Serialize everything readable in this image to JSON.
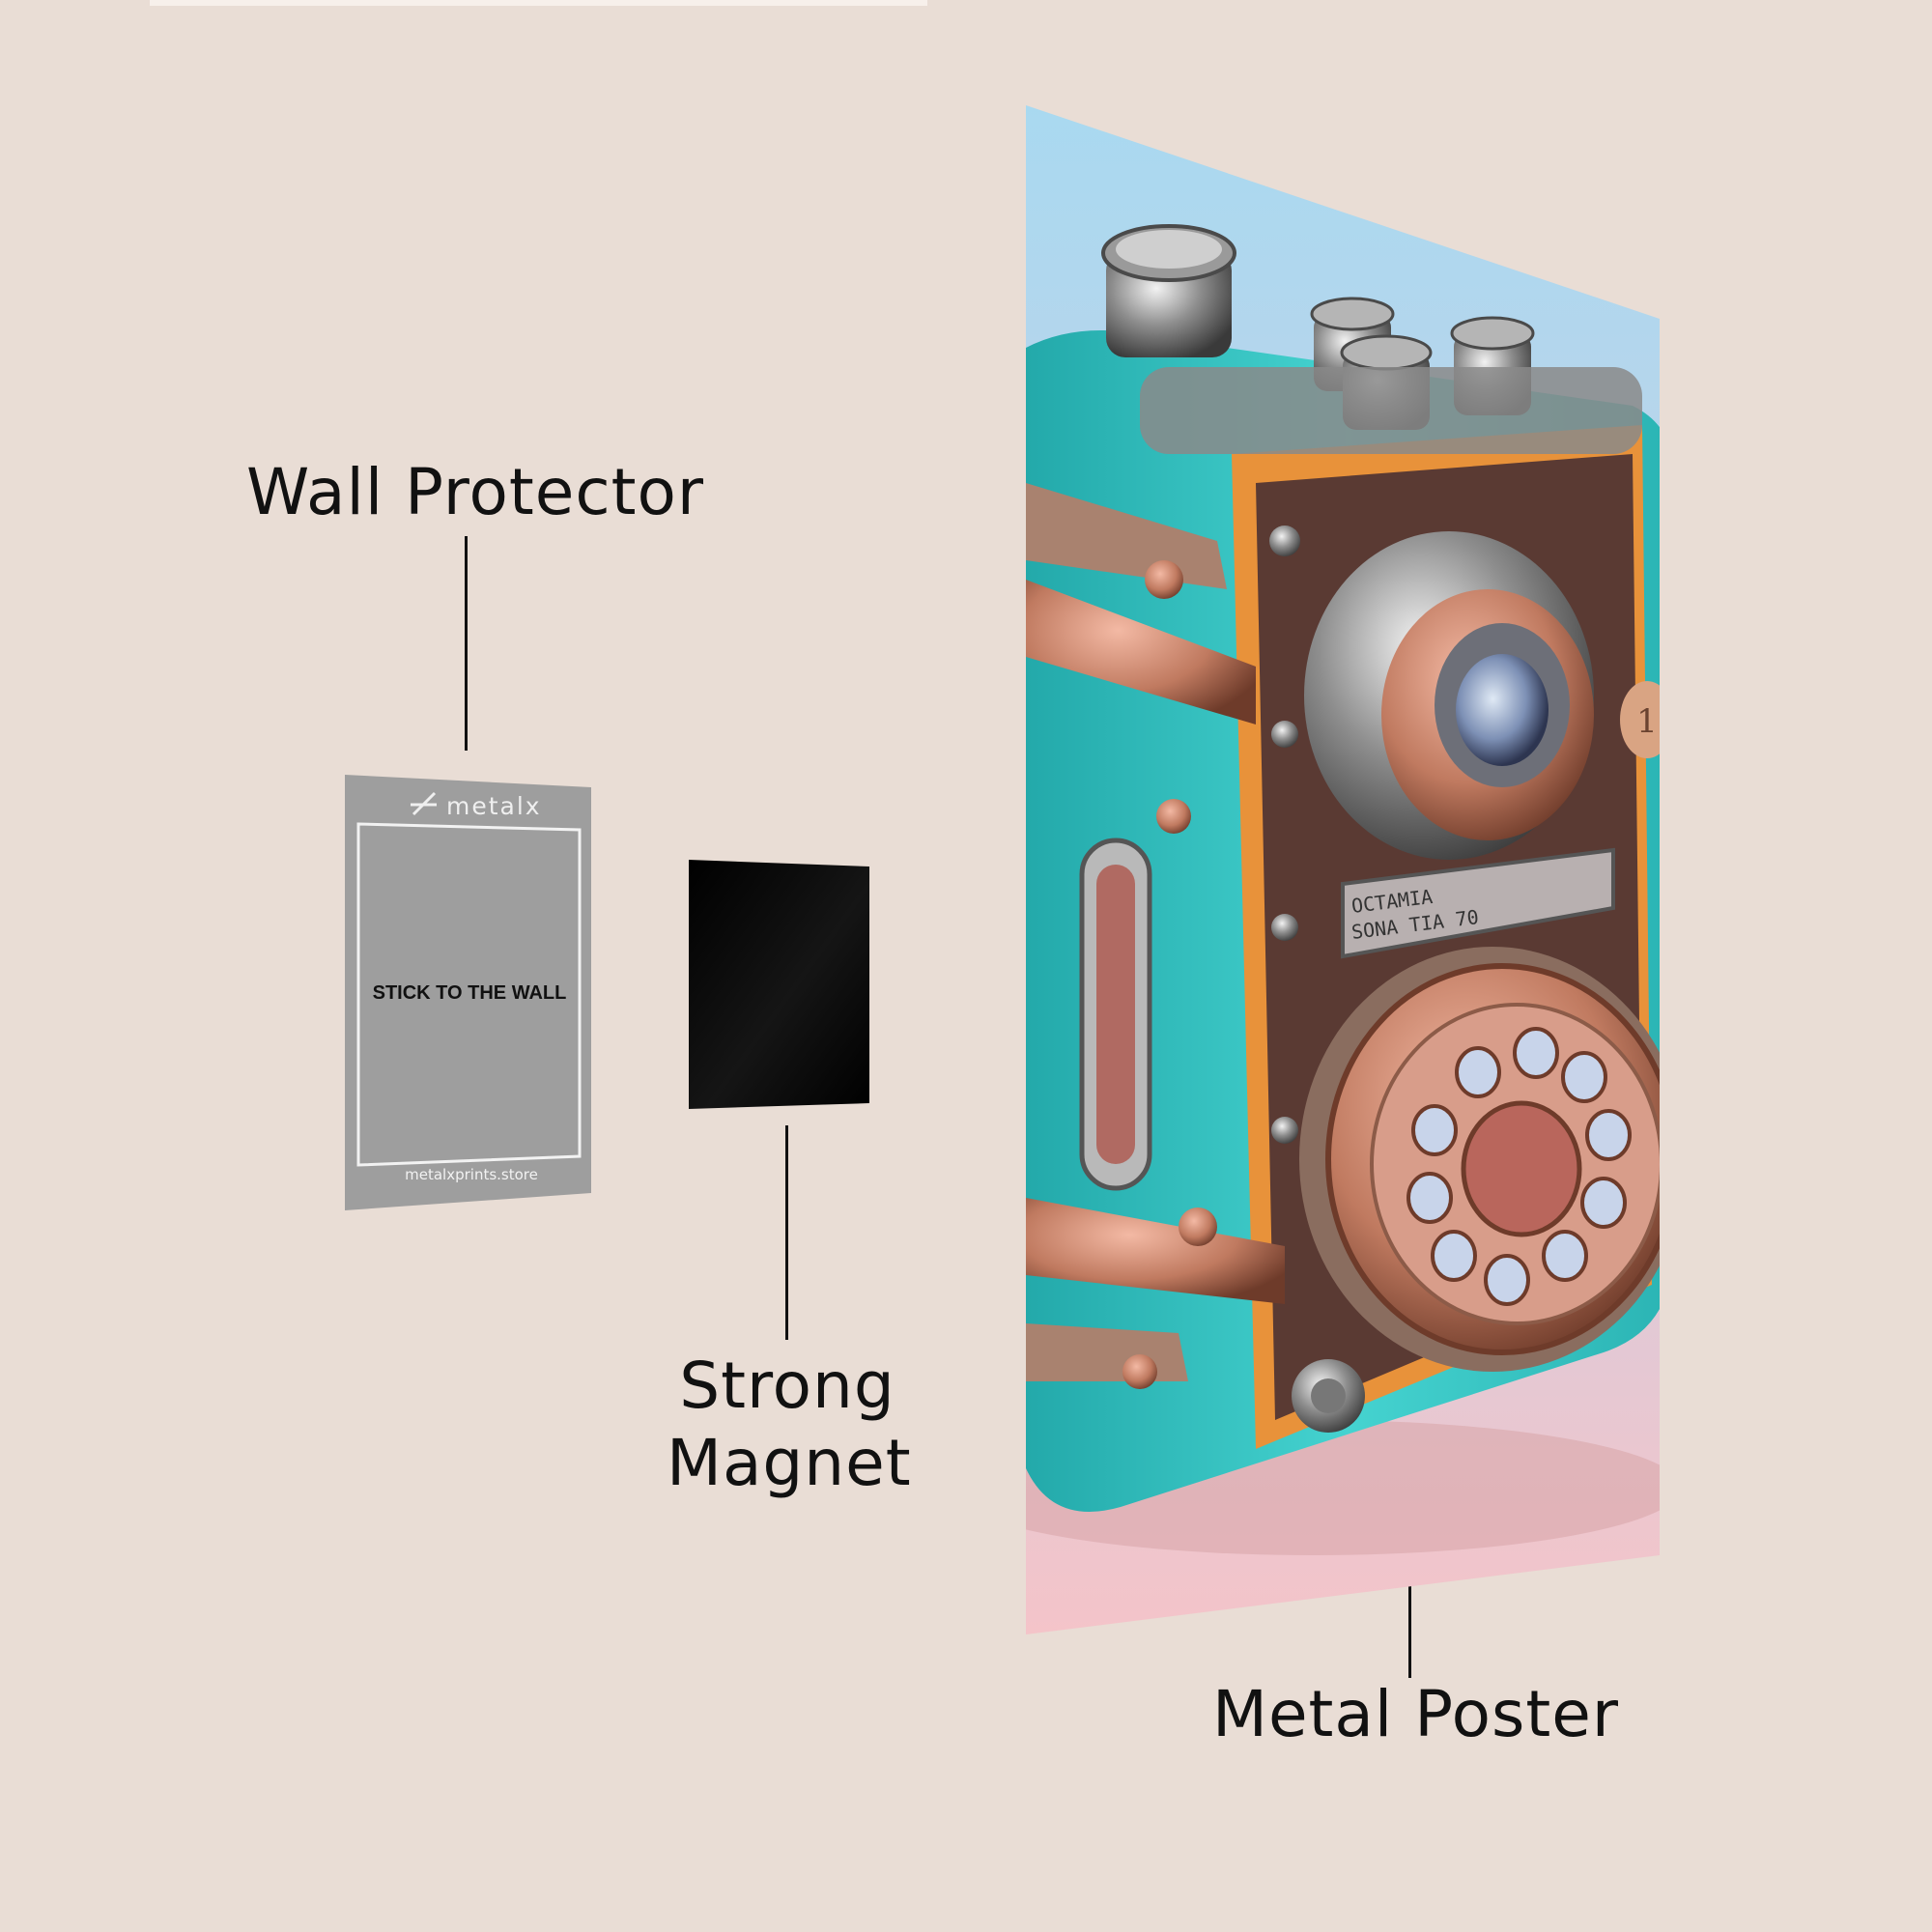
{
  "labels": {
    "wall_protector": "Wall Protector",
    "strong_magnet_line1": "Strong",
    "strong_magnet_line2": "Magnet",
    "metal_poster": "Metal Poster"
  },
  "wall_protector_card": {
    "brand": "metalx",
    "center_text": "STICK TO THE WALL",
    "footer": "metalxprints.store"
  },
  "poster": {
    "plate_line1": "OCTAMIA",
    "plate_line2": "SONA  TIA 70",
    "dial_badge": "1"
  },
  "colors": {
    "background": "#e9ddd5",
    "protector_gray": "#9e9e9e",
    "magnet_black": "#050505",
    "turquoise": "#35c7c7",
    "copper": "#c98367",
    "orange": "#e8923a",
    "sky": "#a8d8ee",
    "pink": "#f2c6cc"
  }
}
